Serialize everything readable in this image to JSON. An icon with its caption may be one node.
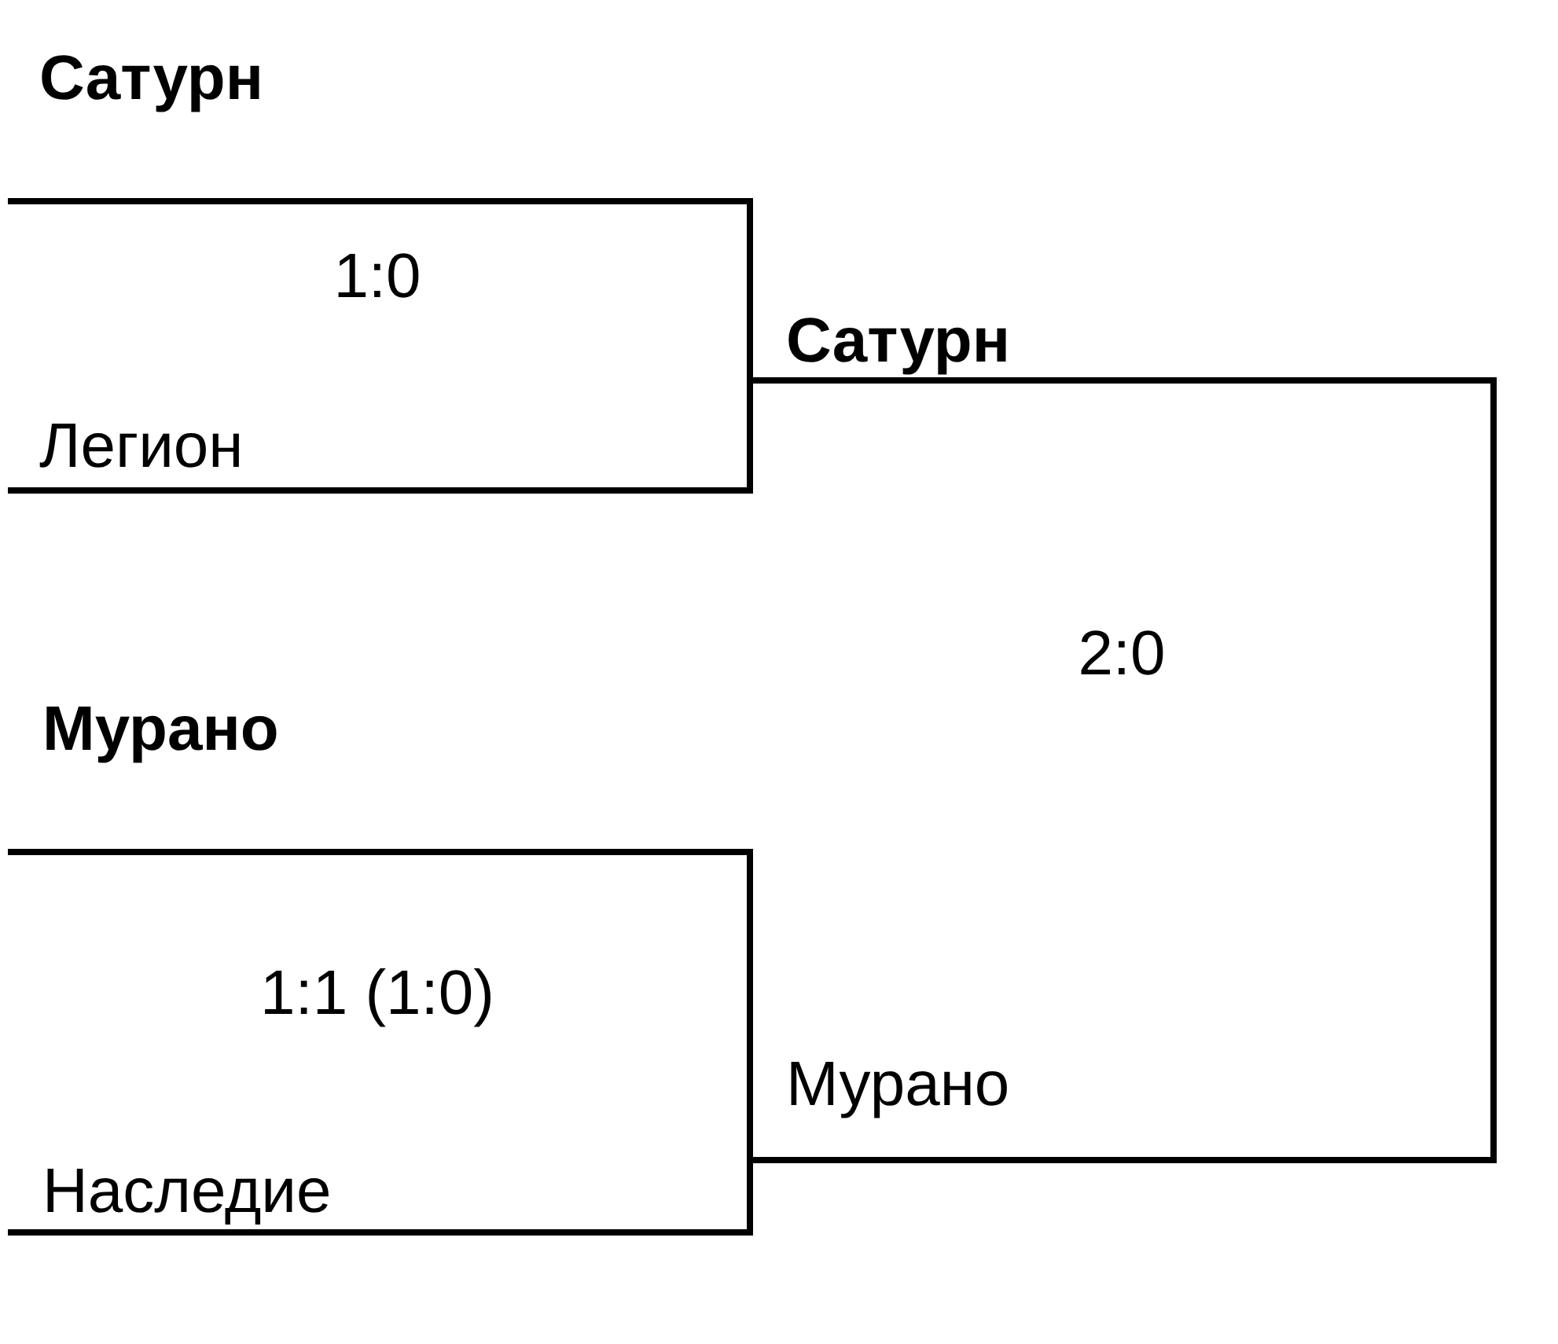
{
  "diagram": {
    "nodes": [
      {
        "text": [
          "Сатурн",
          "1:0",
          "Легион"
        ]
      },
      {
        "text": [
          "Мурано",
          "1:1 (1:0)",
          "Наследие"
        ]
      },
      {
        "text": [
          "Сатурн",
          "2:0",
          "Мурано"
        ]
      }
    ]
  }
}
